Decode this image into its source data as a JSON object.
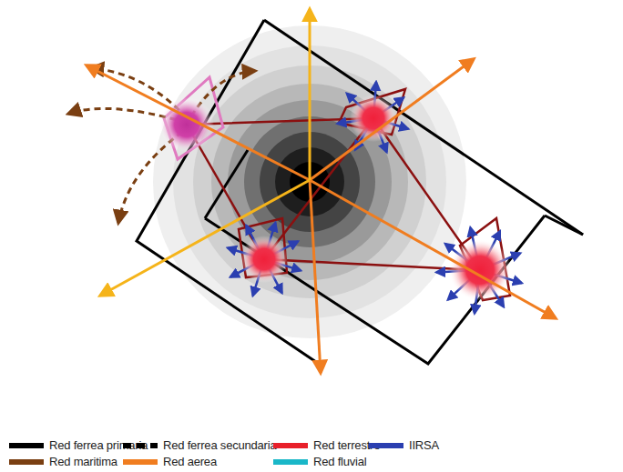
{
  "diagram": {
    "legend": [
      {
        "text": "Red ferrea primaria",
        "color": "#000000"
      },
      {
        "text": "Red ferrea secundaria"
      },
      {
        "text": "Red terrestre",
        "color": "#e8202a"
      },
      {
        "text": "IIRSA",
        "color": "#2b3fb0"
      },
      {
        "text": "Red maritima",
        "color": "#7a3f12"
      },
      {
        "text": "Red aerea",
        "color": "#f07d20"
      },
      {
        "text": "Red fluvial",
        "color": "#1ab7c8"
      }
    ]
  }
}
